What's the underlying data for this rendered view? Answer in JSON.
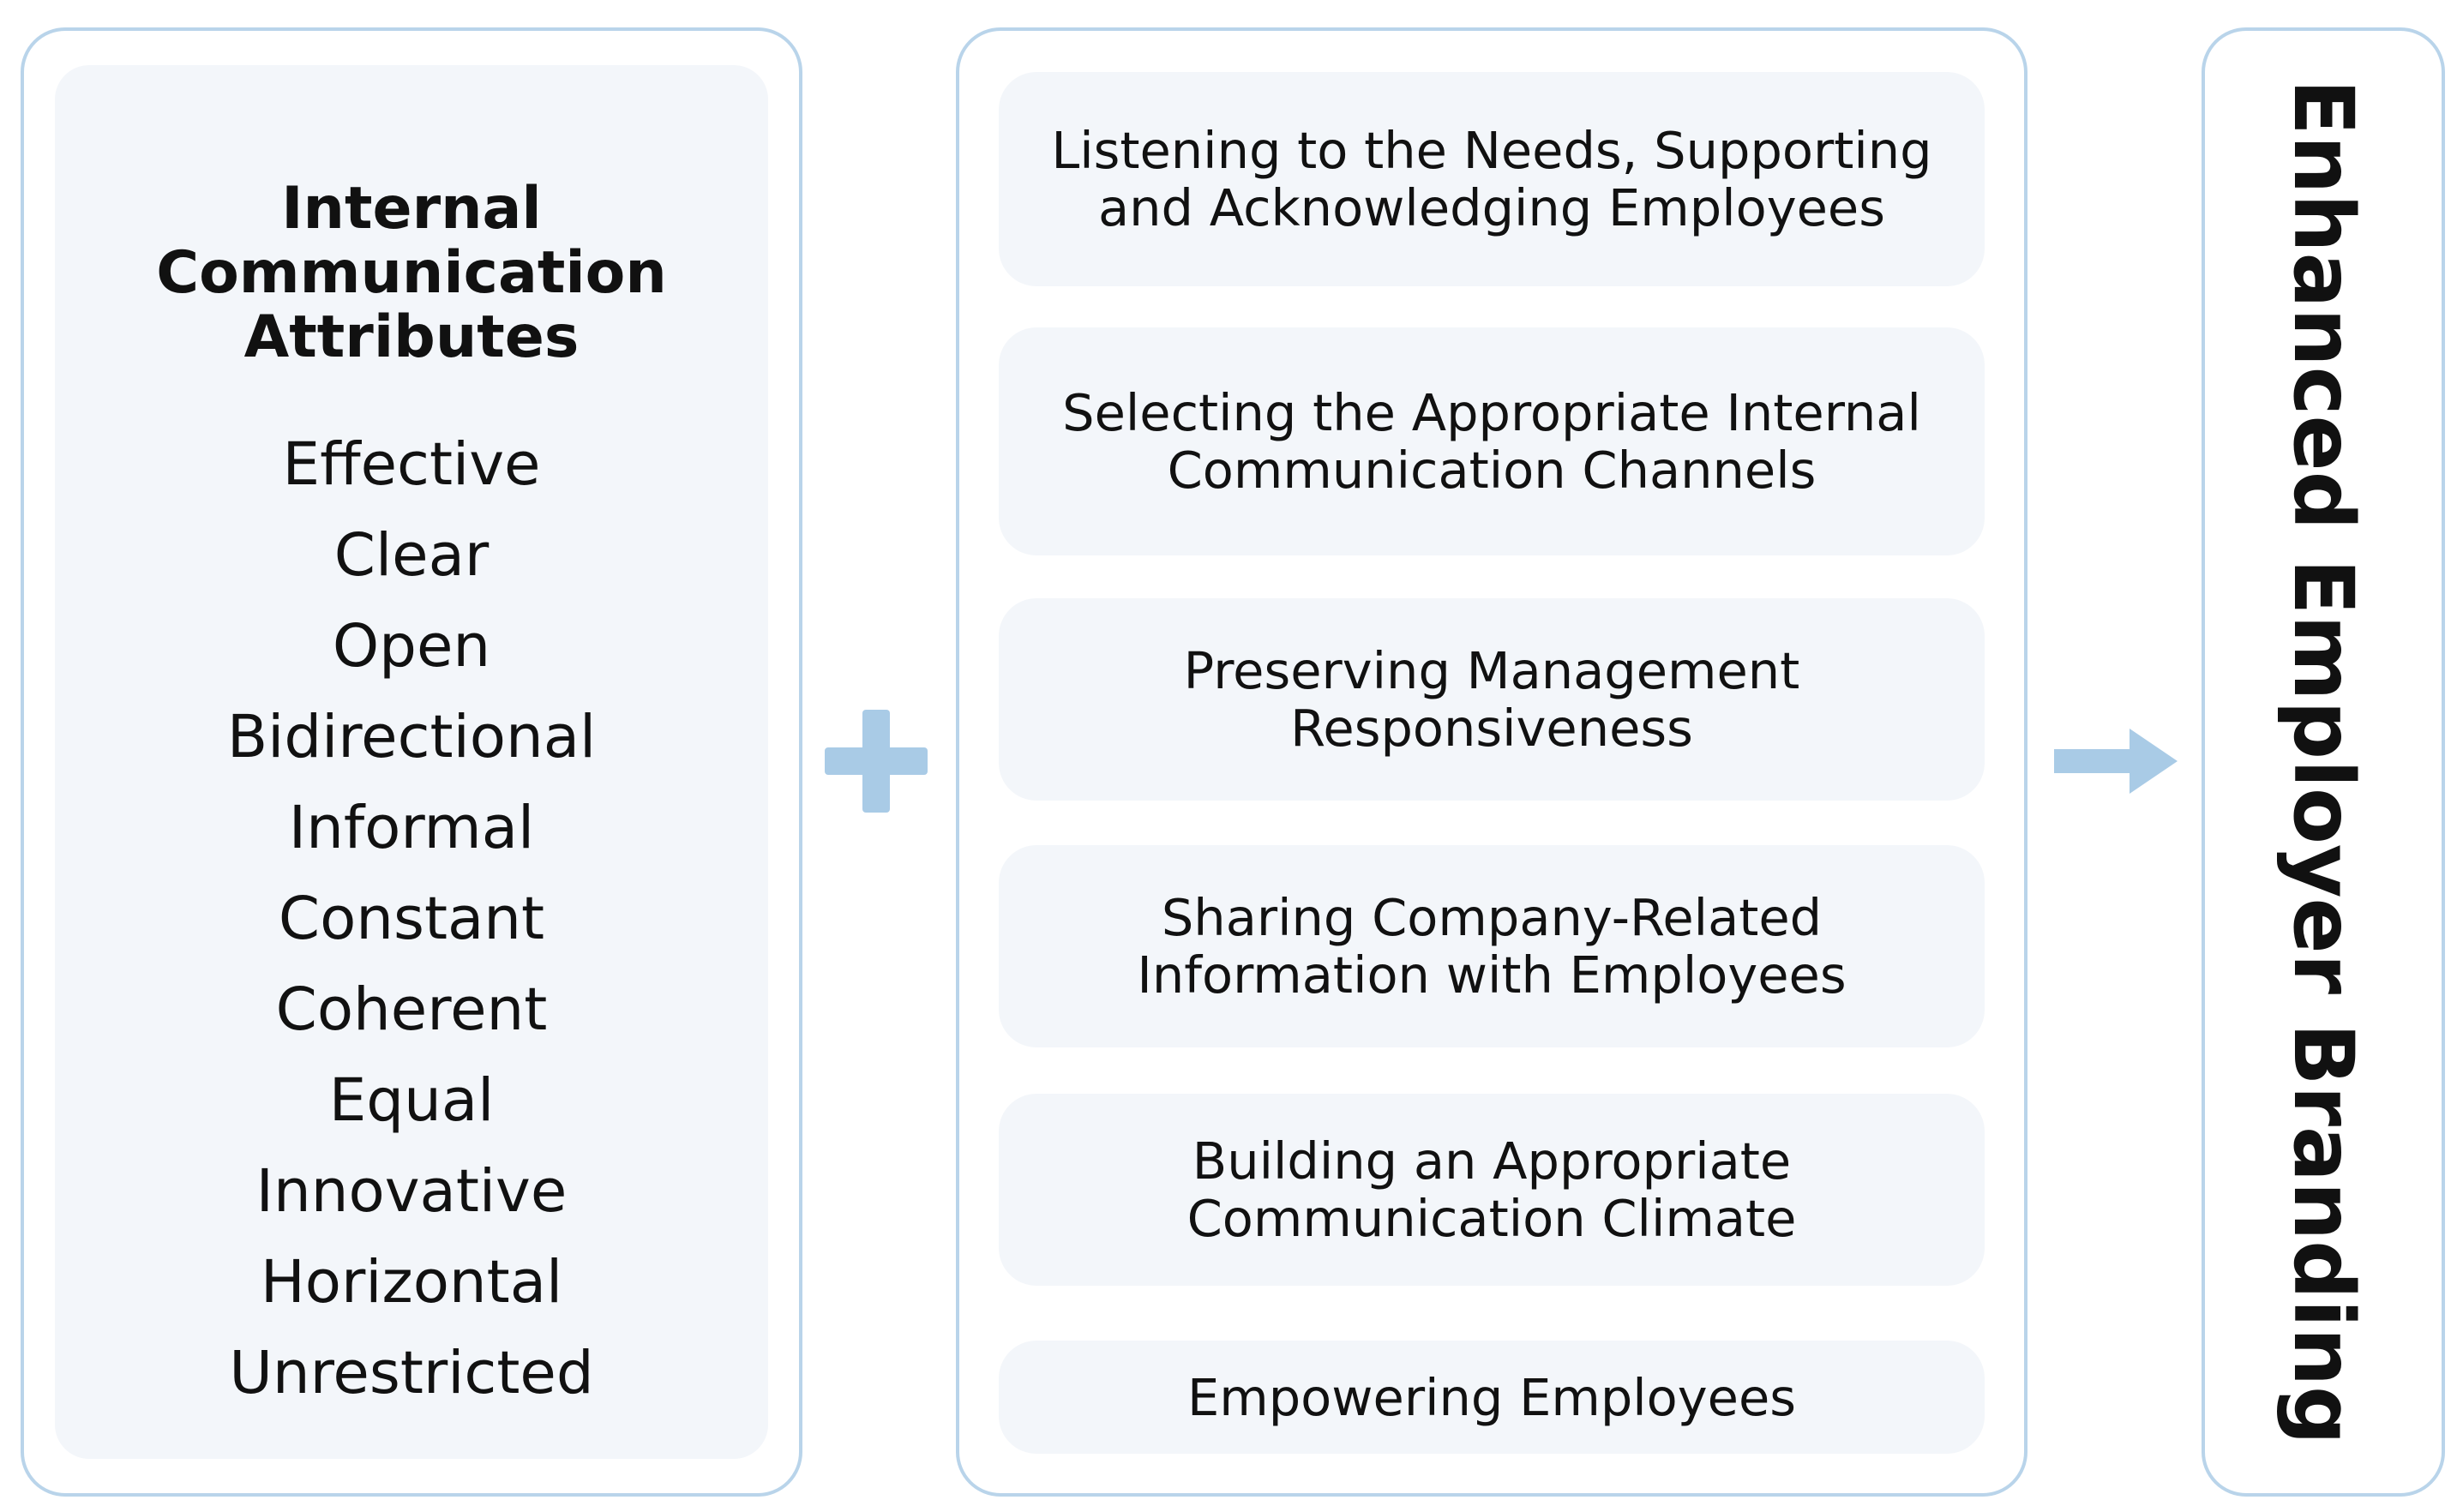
{
  "left": {
    "title": "Internal\nCommunication\nAttributes",
    "attributes": [
      "Effective",
      "Clear",
      "Open",
      "Bidirectional",
      "Informal",
      "Constant",
      "Coherent",
      "Equal",
      "Innovative",
      "Horizontal",
      "Unrestricted"
    ]
  },
  "middle": {
    "items": [
      "Listening to the Needs, Supporting\nand Acknowledging Employees",
      "Selecting the Appropriate Internal\nCommunication Channels",
      "Preserving Management\nResponsiveness",
      "Sharing Company-Related\nInformation with Employees",
      "Building an Appropriate\nCommunication Climate",
      "Empowering Employees"
    ]
  },
  "right": {
    "label": "Enhanced Employer Branding"
  },
  "connectors": {
    "plus": "plus-icon",
    "arrow": "right-arrow-icon"
  },
  "colors": {
    "border": "#b9d4ea",
    "fill": "#f3f6fa",
    "connector": "#a9cbe6"
  }
}
